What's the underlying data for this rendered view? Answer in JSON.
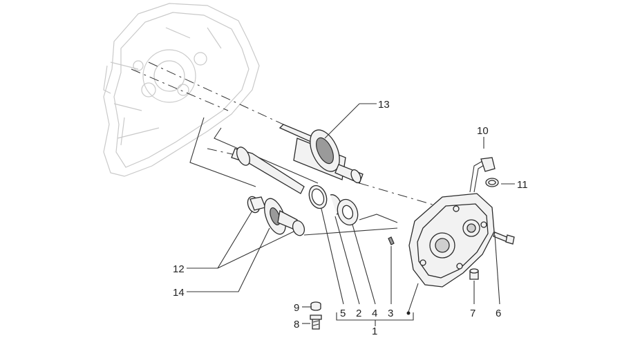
{
  "callouts": {
    "c1": "1",
    "c2": "2",
    "c3": "3",
    "c4": "4",
    "c5": "5",
    "c6": "6",
    "c7": "7",
    "c8": "8",
    "c9": "9",
    "c10": "10",
    "c11": "11",
    "c12": "12",
    "c13": "13",
    "c14": "14"
  },
  "colors": {
    "line": "#2a2a2a",
    "ghost": "#c9c9c9",
    "fill": "#f2f2f2",
    "dark": "#9a9a9a"
  }
}
